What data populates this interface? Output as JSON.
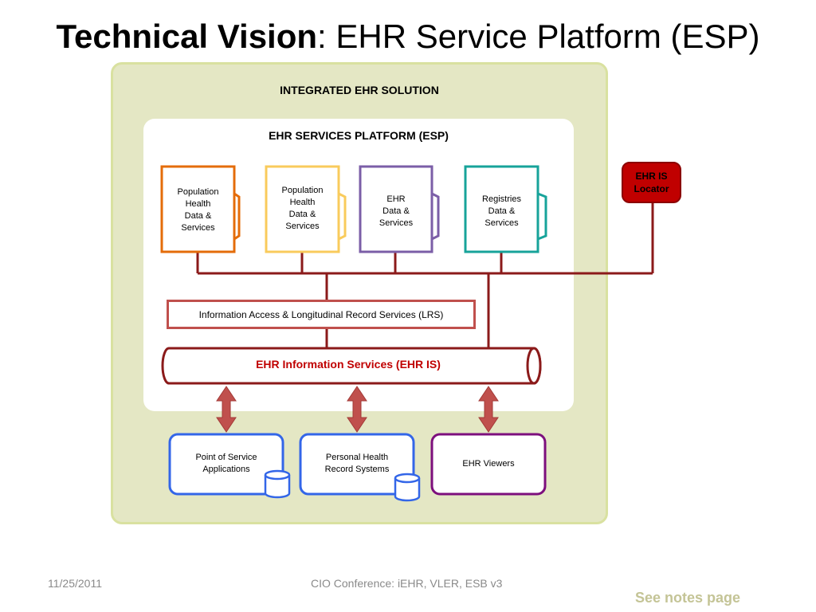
{
  "title": {
    "bold": "Technical Vision",
    "rest": ":  EHR Service Platform (ESP)"
  },
  "integrated_label": "INTEGRATED EHR SOLUTION",
  "esp_label": "EHR SERVICES PLATFORM (ESP)",
  "data_stores": [
    {
      "text": "Population\nHealth\nData &\nServices",
      "color": "#e46c0a"
    },
    {
      "text": "Population\nHealth\nData &\nServices",
      "color": "#f9cb5c"
    },
    {
      "text": "EHR\nData &\nServices",
      "color": "#7b5ea7"
    },
    {
      "text": "Registries\nData &\nServices",
      "color": "#17a39a"
    }
  ],
  "locator": "EHR IS\nLocator",
  "lrs": "Information Access & Longitudinal Record Services (LRS)",
  "ehr_is": "EHR Information Services (EHR IS)",
  "apps": [
    {
      "text": "Point of Service\nApplications",
      "color": "#3366e8"
    },
    {
      "text": "Personal Health\nRecord Systems",
      "color": "#3366e8"
    },
    {
      "text": "EHR Viewers",
      "color": "#7d0f7d"
    }
  ],
  "footer": {
    "date": "11/25/2011",
    "center": "CIO Conference: iEHR, VLER, ESB v3",
    "notes": "See notes page"
  },
  "colors": {
    "connector": "#8b1a1a",
    "arrow": "#c0504d",
    "outer_fill": "#e4e7c4",
    "locator_fill": "#c00000"
  }
}
